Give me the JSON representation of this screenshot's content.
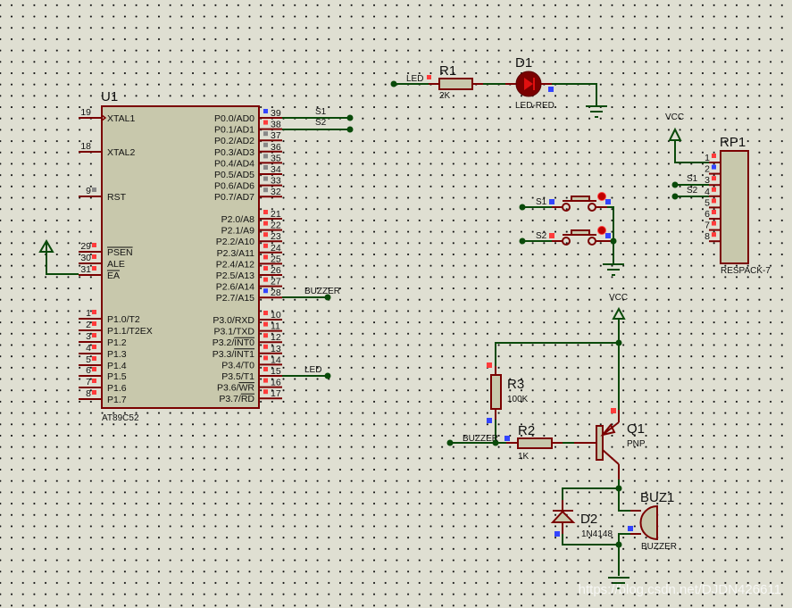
{
  "u1": {
    "ref": "U1",
    "part": "AT89C52",
    "left_pins": [
      {
        "num": "19",
        "label": "XTAL1"
      },
      {
        "num": "18",
        "label": "XTAL2"
      },
      {
        "num": "9",
        "label": "RST"
      },
      {
        "num": "29",
        "label": "PSEN"
      },
      {
        "num": "30",
        "label": "ALE"
      },
      {
        "num": "31",
        "label": "EA"
      },
      {
        "num": "1",
        "label": "P1.0/T2"
      },
      {
        "num": "2",
        "label": "P1.1/T2EX"
      },
      {
        "num": "3",
        "label": "P1.2"
      },
      {
        "num": "4",
        "label": "P1.3"
      },
      {
        "num": "5",
        "label": "P1.4"
      },
      {
        "num": "6",
        "label": "P1.5"
      },
      {
        "num": "7",
        "label": "P1.6"
      },
      {
        "num": "8",
        "label": "P1.7"
      }
    ],
    "right_pins": [
      {
        "num": "39",
        "label": "P0.0/AD0"
      },
      {
        "num": "38",
        "label": "P0.1/AD1"
      },
      {
        "num": "37",
        "label": "P0.2/AD2"
      },
      {
        "num": "36",
        "label": "P0.3/AD3"
      },
      {
        "num": "35",
        "label": "P0.4/AD4"
      },
      {
        "num": "34",
        "label": "P0.5/AD5"
      },
      {
        "num": "33",
        "label": "P0.6/AD6"
      },
      {
        "num": "32",
        "label": "P0.7/AD7"
      },
      {
        "num": "21",
        "label": "P2.0/A8"
      },
      {
        "num": "22",
        "label": "P2.1/A9"
      },
      {
        "num": "23",
        "label": "P2.2/A10"
      },
      {
        "num": "24",
        "label": "P2.3/A11"
      },
      {
        "num": "25",
        "label": "P2.4/A12"
      },
      {
        "num": "26",
        "label": "P2.5/A13"
      },
      {
        "num": "27",
        "label": "P2.6/A14"
      },
      {
        "num": "28",
        "label": "P2.7/A15"
      },
      {
        "num": "10",
        "label": "P3.0/RXD"
      },
      {
        "num": "11",
        "label": "P3.1/TXD"
      },
      {
        "num": "12",
        "label": "P3.2/INT0"
      },
      {
        "num": "13",
        "label": "P3.3/INT1"
      },
      {
        "num": "14",
        "label": "P3.4/T0"
      },
      {
        "num": "15",
        "label": "P3.5/T1"
      },
      {
        "num": "16",
        "label": "P3.6/WR"
      },
      {
        "num": "17",
        "label": "P3.7/RD"
      }
    ]
  },
  "nets": {
    "s1": "S1",
    "s2": "S2",
    "buzzer": "BUZZER",
    "led": "LED",
    "vcc": "VCC"
  },
  "r1": {
    "ref": "R1",
    "value": "2K"
  },
  "d1": {
    "ref": "D1",
    "value": "LED-RED"
  },
  "rp1": {
    "ref": "RP1",
    "value": "RESPACK-7",
    "pins": [
      "1",
      "2",
      "3",
      "4",
      "5",
      "6",
      "7",
      "8"
    ]
  },
  "switches": {
    "s1": "S1",
    "s2": "S2"
  },
  "r3": {
    "ref": "R3",
    "value": "100K"
  },
  "r2": {
    "ref": "R2",
    "value": "1K"
  },
  "q1": {
    "ref": "Q1",
    "value": "PNP"
  },
  "d2": {
    "ref": "D2",
    "value": "1N4148"
  },
  "buz1": {
    "ref": "BUZ1",
    "value": "BUZZER"
  },
  "watermark": "https://blog.csdn.net/DJDN426611"
}
